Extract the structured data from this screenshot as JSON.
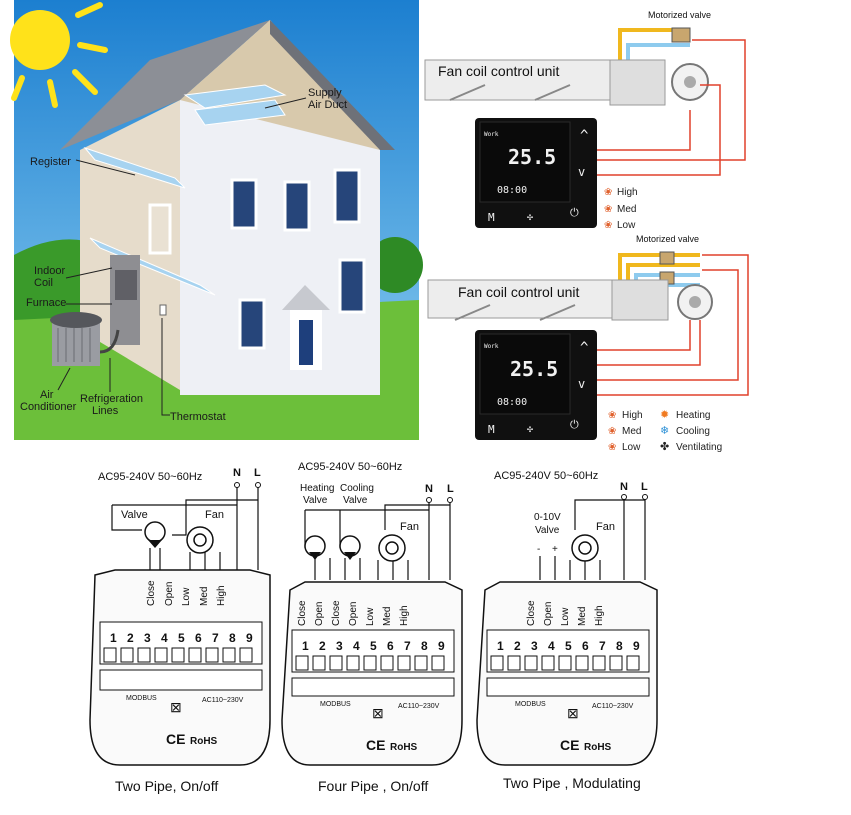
{
  "house": {
    "labels": {
      "supply_air_duct": [
        "Supply",
        "Air Duct"
      ],
      "register": "Register",
      "indoor_coil": [
        "Indoor",
        "Coil"
      ],
      "furnace": "Furnace",
      "air_conditioner": [
        "Air",
        "Conditioner"
      ],
      "refrigeration_lines": [
        "Refrigeration",
        "Lines"
      ],
      "thermostat": "Thermostat"
    }
  },
  "fan_coil_1": {
    "motorized_valve": "Motorized valve",
    "unit_label": "Fan coil control unit",
    "lcd": {
      "mode": "Work",
      "temp": "25.5",
      "clock": "08:00"
    },
    "speeds": [
      "High",
      "Med",
      "Low"
    ]
  },
  "fan_coil_2": {
    "motorized_valve": "Motorized valve",
    "unit_label": "Fan coil control unit",
    "lcd": {
      "mode": "Work",
      "temp": "25.5",
      "clock": "08:00"
    },
    "speeds": [
      "High",
      "Med",
      "Low"
    ],
    "modes": [
      "Heating",
      "Cooling",
      "Ventilating"
    ]
  },
  "wiring": [
    {
      "supply": "AC95-240V  50~60Hz",
      "n": "N",
      "l": "L",
      "valve_labels": [
        "Valve"
      ],
      "fan_label": "Fan",
      "terminals": [
        "Close",
        "Open",
        "Low",
        "Med",
        "High"
      ],
      "numbers": [
        "1",
        "2",
        "3",
        "4",
        "5",
        "6",
        "7",
        "8",
        "9"
      ],
      "modbus": "MODBUS",
      "ac_label": "AC110~230V",
      "ce": "CE",
      "rohs": "RoHS",
      "caption": "Two Pipe, On/off"
    },
    {
      "supply": "AC95-240V  50~60Hz",
      "n": "N",
      "l": "L",
      "valve_labels": [
        "Heating",
        "Valve",
        "Cooling",
        "Valve"
      ],
      "fan_label": "Fan",
      "terminals": [
        "Close",
        "Open",
        "Close",
        "Open",
        "Low",
        "Med",
        "High"
      ],
      "numbers": [
        "1",
        "2",
        "3",
        "4",
        "5",
        "6",
        "7",
        "8",
        "9"
      ],
      "modbus": "MODBUS",
      "ac_label": "AC110~230V",
      "ce": "CE",
      "rohs": "RoHS",
      "caption": "Four Pipe , On/off"
    },
    {
      "supply": "AC95-240V  50~60Hz",
      "n": "N",
      "l": "L",
      "valve_labels": [
        "0-10V",
        "Valve"
      ],
      "polarity": [
        "-",
        "+"
      ],
      "fan_label": "Fan",
      "terminals": [
        "Close",
        "Open",
        "Low",
        "Med",
        "High"
      ],
      "numbers": [
        "1",
        "2",
        "3",
        "4",
        "5",
        "6",
        "7",
        "8",
        "9"
      ],
      "modbus": "MODBUS",
      "ac_label": "AC110~230V",
      "ce": "CE",
      "rohs": "RoHS",
      "caption": "Two Pipe , Modulating"
    }
  ],
  "colors": {
    "sky": "#2a8fd6",
    "wire_red": "#e0402c",
    "pipe_yellow": "#f0b81e",
    "pipe_blue": "#8ecbee",
    "lcd_bg": "#101010"
  }
}
